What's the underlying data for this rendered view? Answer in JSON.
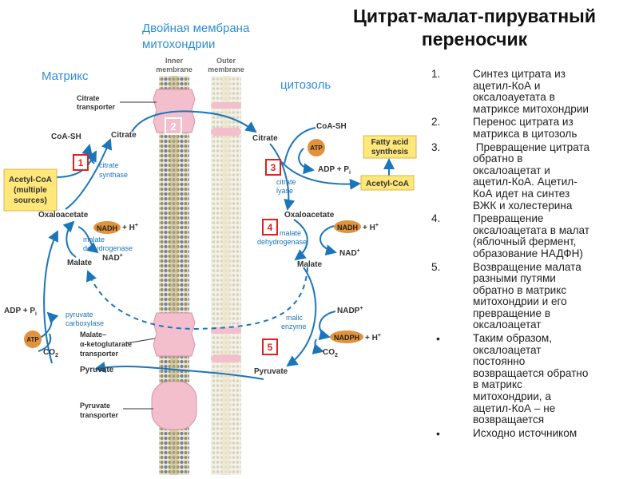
{
  "title": [
    "Цитрат-малат-пируватный",
    "переносчик"
  ],
  "headers": {
    "membrane": [
      "Двойная мембрана",
      "митохондрии"
    ],
    "matrix": "Матрикс",
    "cytosol": "цитозоль"
  },
  "membranes": {
    "inner": [
      "Inner",
      "membrane"
    ],
    "outer": [
      "Outer",
      "membrane"
    ]
  },
  "transporters": {
    "citrate": [
      "Citrate",
      "transporter"
    ],
    "malate_akg": [
      "Malate–",
      "α-ketoglutarate",
      "transporter"
    ],
    "pyruvate": [
      "Pyruvate",
      "transporter"
    ]
  },
  "metabolites": {
    "citrate": "Citrate",
    "coa_sh": "CoA-SH",
    "acetyl_coa": "Acetyl-CoA",
    "acetyl_coa_note": [
      "(multiple",
      "sources)"
    ],
    "oxaloacetate": "Oxaloacetate",
    "malate": "Malate",
    "pyruvate": "Pyruvate",
    "atp": "ATP",
    "adp_pi": "ADP + P",
    "pi_sub": "i",
    "co2": "CO",
    "co2_sub": "2",
    "nadh": "NADH",
    "h_plus": "+ H",
    "nad": "NAD",
    "nadp": "NADP",
    "nadph": "NADPH",
    "plus_sup": "+",
    "fatty_acid": [
      "Fatty acid",
      "synthesis"
    ]
  },
  "enzymes": {
    "citrate_synthase": [
      "citrate",
      "synthase"
    ],
    "malate_dh": [
      "malate",
      "dehydrogenase"
    ],
    "pyruvate_carboxylase": [
      "pyruvate",
      "carboxylase"
    ],
    "citrate_lyase": [
      "citrate",
      "lyase"
    ],
    "malic_enzyme": [
      "malic",
      "enzyme"
    ]
  },
  "markers": [
    "1",
    "2",
    "3",
    "4",
    "5"
  ],
  "steps": [
    {
      "num": "1.",
      "lines": [
        "Синтез цитрата из",
        "ацетил-КоА и",
        "оксалоауетата в",
        "матриксе митохондрии"
      ]
    },
    {
      "num": "2.",
      "lines": [
        "Перенос цитрата из",
        "матрикса в цитозоль"
      ]
    },
    {
      "num": "3.",
      "lines": [
        " Превращение цитрата",
        "обратно в",
        "оксалоацетат и",
        "ацетил-КоА. Ацетил-",
        "КоА идет на синтез",
        "ВЖК и холестерина"
      ]
    },
    {
      "num": "4.",
      "lines": [
        "Превращение",
        "оксалоацетата в малат",
        "(яблочный фермент,",
        "образование НАДФН)"
      ]
    },
    {
      "num": "5.",
      "lines": [
        "Возвращение малата",
        "разными путями",
        "обратно в матрикс",
        "митохондрии и его",
        "превращение в",
        "оксалоацетат"
      ]
    },
    {
      "num": "•",
      "lines": [
        "Таким образом,",
        "оксалоацетат",
        "постоянно",
        "возвращается обратно",
        "в матрикс",
        "митохондрии, а",
        "ацетил-КоА – не",
        "возвращается"
      ]
    },
    {
      "num": "•",
      "lines": [
        "Исходно источником"
      ]
    }
  ],
  "colors": {
    "arrow": "#1b75bb",
    "transporter": "#f3bfcd",
    "orange": "#e2923a",
    "marker": "#e0211d",
    "yellow_box": "#ffe77a",
    "header_blue": "#2d8fd8"
  }
}
